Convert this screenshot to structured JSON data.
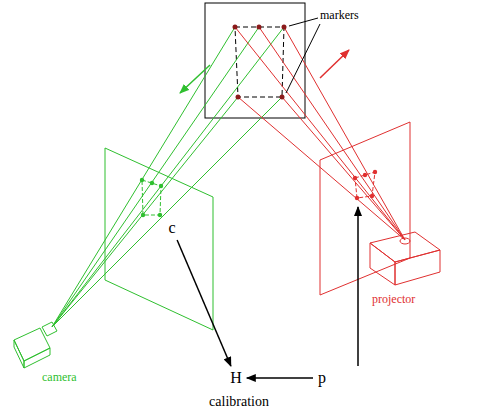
{
  "diagram": {
    "caption": "calibration",
    "nodes": [
      {
        "text": [
          "c"
        ]
      },
      {
        "text": [
          "H"
        ]
      },
      {
        "text": [
          "p"
        ]
      }
    ],
    "edges": [
      {
        "from": 0,
        "to": 1,
        "arrow": "to"
      },
      {
        "from": 2,
        "to": 1,
        "arrow": "to"
      }
    ],
    "labels": [
      "markers",
      "projector",
      "camera"
    ]
  }
}
